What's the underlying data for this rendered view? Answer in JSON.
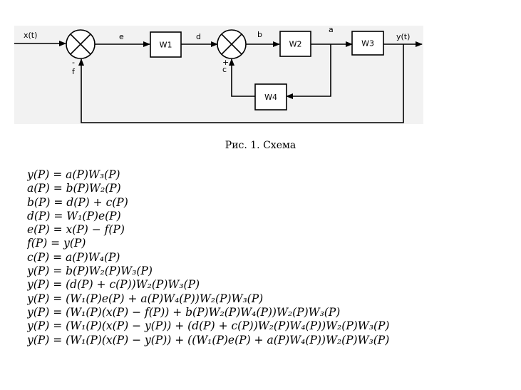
{
  "diagram": {
    "signals": {
      "x": "x(t)",
      "e": "e",
      "d": "d",
      "b": "b",
      "a": "a",
      "y": "y(t)",
      "f": "f",
      "c": "c",
      "minus": "-",
      "plus": "+"
    },
    "blocks": {
      "w1": "W1",
      "w2": "W2",
      "w3": "W3",
      "w4": "W4"
    }
  },
  "caption": "Рис. 1. Схема",
  "equations": [
    "y(P) = a(P)W₃(P)",
    "a(P) = b(P)W₂(P)",
    "b(P) = d(P) + c(P)",
    "d(P) = W₁(P)e(P)",
    "e(P) = x(P) − f(P)",
    "f(P) = y(P)",
    "c(P) = a(P)W₄(P)",
    "y(P) = b(P)W₂(P)W₃(P)",
    "y(P) = (d(P) + c(P))W₂(P)W₃(P)",
    "y(P) = (W₁(P)e(P) + a(P)W₄(P))W₂(P)W₃(P)",
    "y(P) = (W₁(P)(x(P) − f(P)) + b(P)W₂(P)W₄(P))W₂(P)W₃(P)",
    "y(P) = (W₁(P)(x(P) − y(P)) + (d(P) + c(P))W₂(P)W₄(P))W₂(P)W₃(P)",
    "y(P) = (W₁(P)(x(P) − y(P)) + ((W₁(P)e(P) + a(P)W₄(P))W₂(P)W₃(P)"
  ]
}
